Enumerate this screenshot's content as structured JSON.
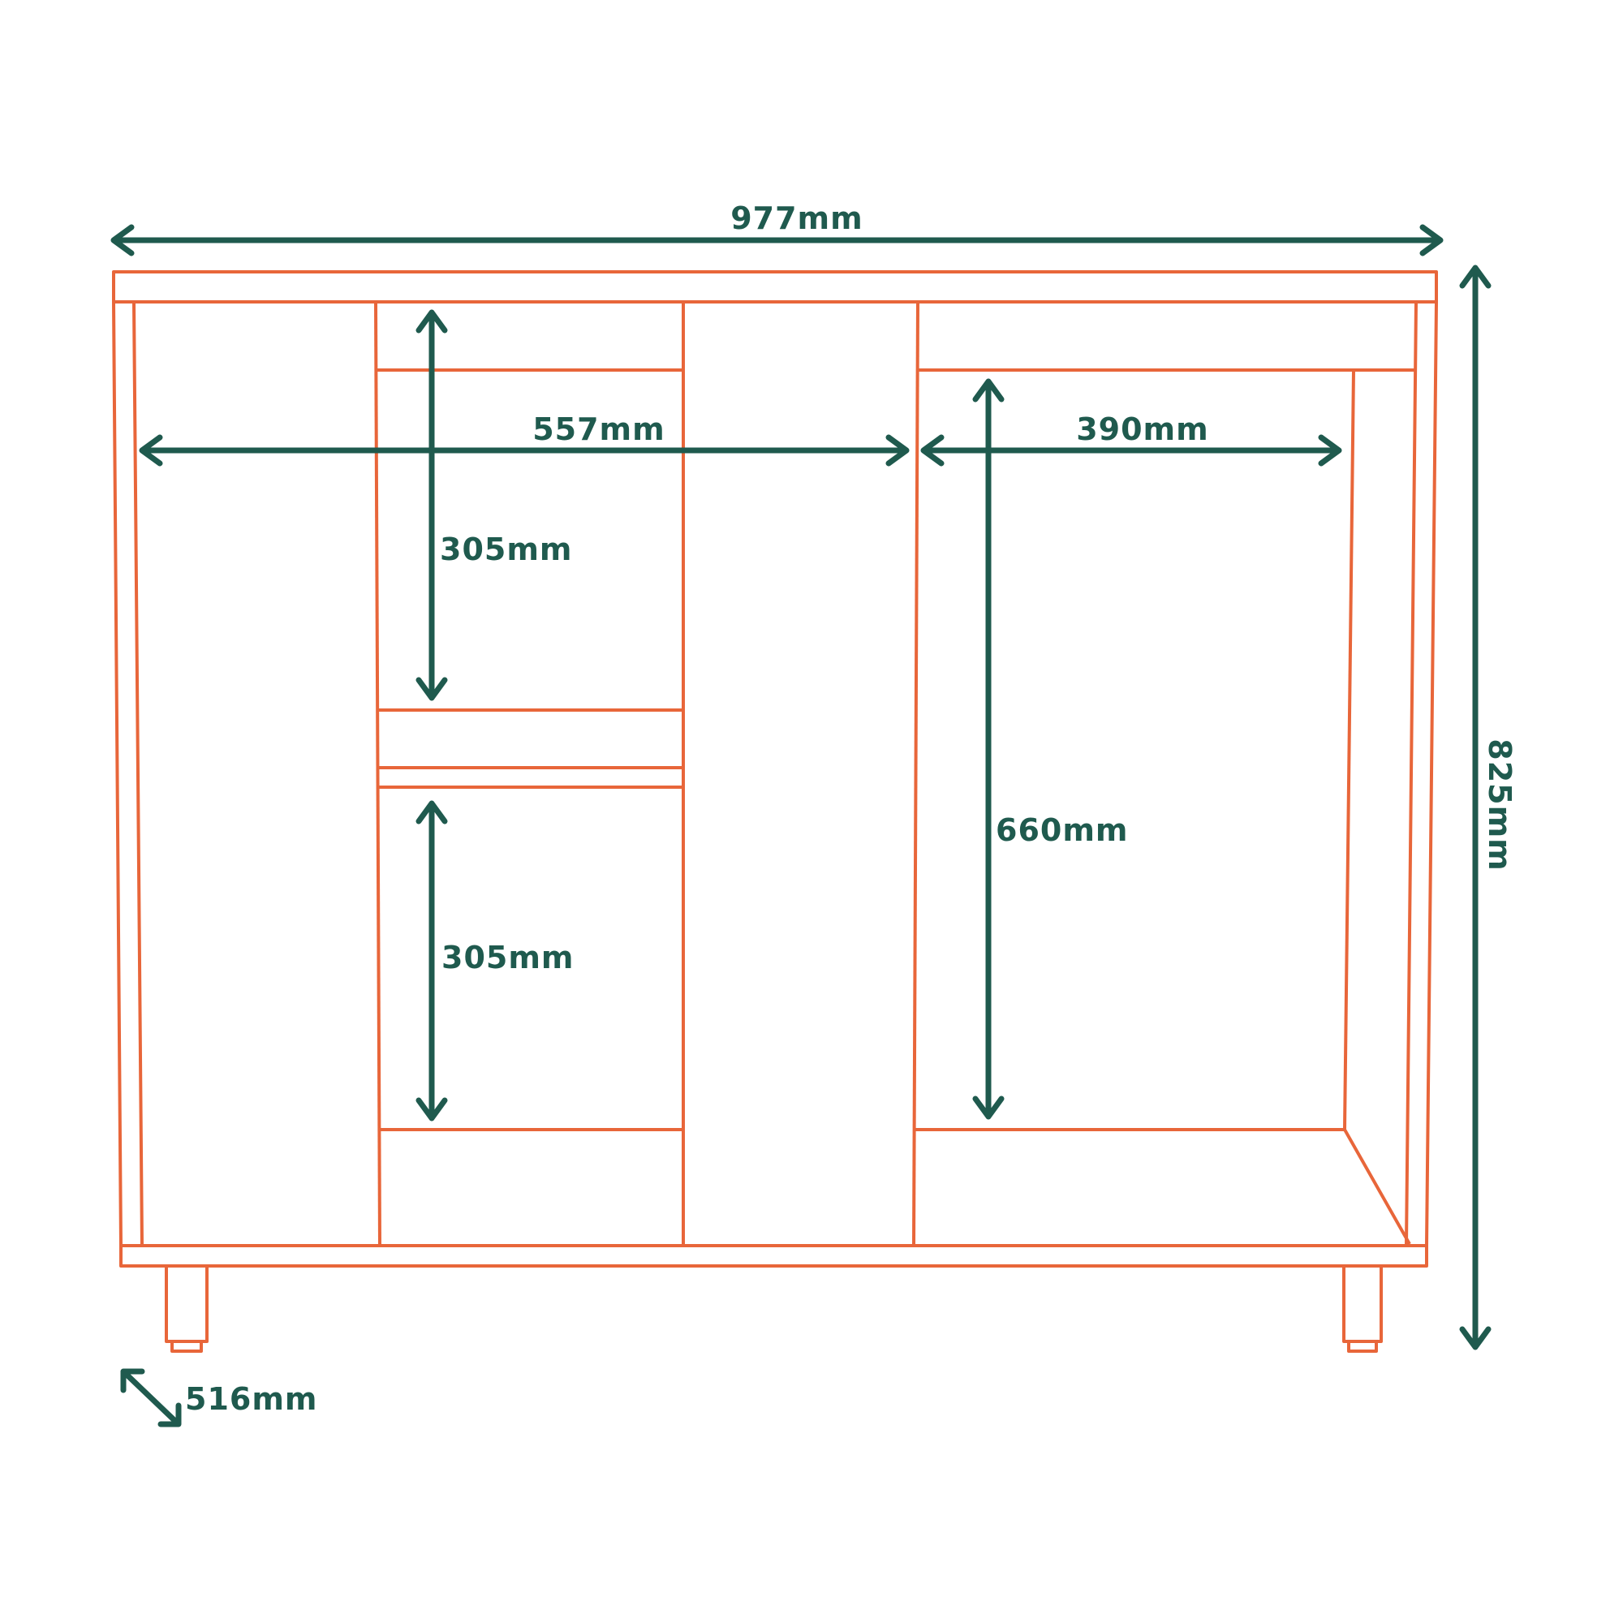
{
  "colors": {
    "cabinet_outline": "#E8663A",
    "dimension": "#1F5A4E",
    "background": "#FFFFFF"
  },
  "dimensions": {
    "overall_width": "977mm",
    "overall_height": "825mm",
    "depth": "516mm",
    "left_bay_width": "557mm",
    "right_bay_width": "390mm",
    "upper_shelf_height": "305mm",
    "lower_shelf_height": "305mm",
    "right_bay_height": "660mm"
  }
}
